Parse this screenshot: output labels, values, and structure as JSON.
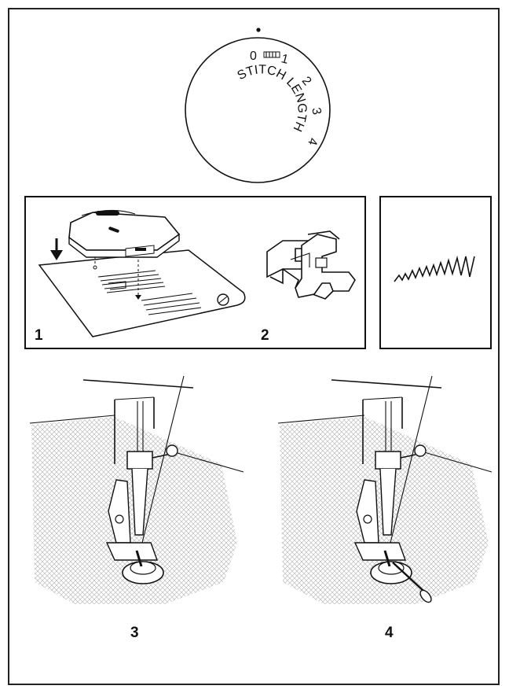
{
  "dial": {
    "label": "STITCH LENGTH",
    "ticks": [
      "0",
      "1",
      "2",
      "3",
      "4"
    ]
  },
  "panels": {
    "p1": "1",
    "p2": "2",
    "p3": "3",
    "p4": "4"
  },
  "colors": {
    "ink": "#111111",
    "paper": "#ffffff",
    "fabric": "#cfcfcf"
  }
}
